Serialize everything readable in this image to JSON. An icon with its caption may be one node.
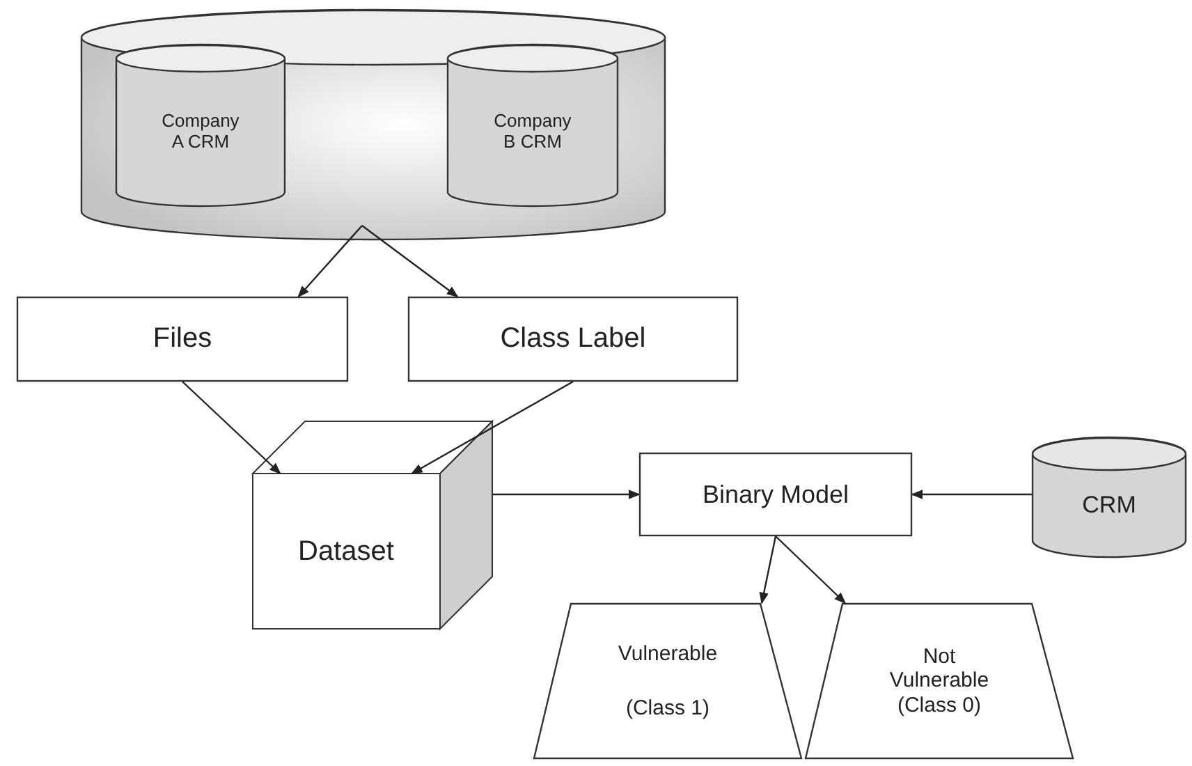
{
  "diagram": {
    "nodes": [
      {
        "text": [],
        "shape": "cylinder"
      },
      {
        "text": [
          "Company A CRM"
        ],
        "in": 0
      },
      {
        "text": [
          "Company B CRM"
        ],
        "in": 0
      },
      {
        "text": [
          "Files"
        ]
      },
      {
        "text": [
          "Class Label"
        ]
      },
      {
        "text": [
          "Dataset"
        ]
      },
      {
        "text": [
          "Binary Model"
        ]
      },
      {
        "text": [
          "CRM"
        ]
      },
      {
        "text": [
          "Vulnerable",
          "(Class 1)"
        ]
      },
      {
        "text": [
          "Not Vulnerable (Class 0)"
        ]
      }
    ],
    "edges": [
      {
        "from": 0,
        "to": 3,
        "arrow": "to"
      },
      {
        "from": 0,
        "to": 4,
        "arrow": "to"
      },
      {
        "from": 3,
        "to": 5,
        "arrow": "to"
      },
      {
        "from": 4,
        "to": 5,
        "arrow": "to"
      },
      {
        "from": 5,
        "to": 6,
        "arrow": "to"
      },
      {
        "from": 7,
        "to": 6,
        "arrow": "to"
      },
      {
        "from": 6,
        "to": 8,
        "arrow": "to"
      },
      {
        "from": 6,
        "to": 9,
        "arrow": "to"
      }
    ]
  }
}
